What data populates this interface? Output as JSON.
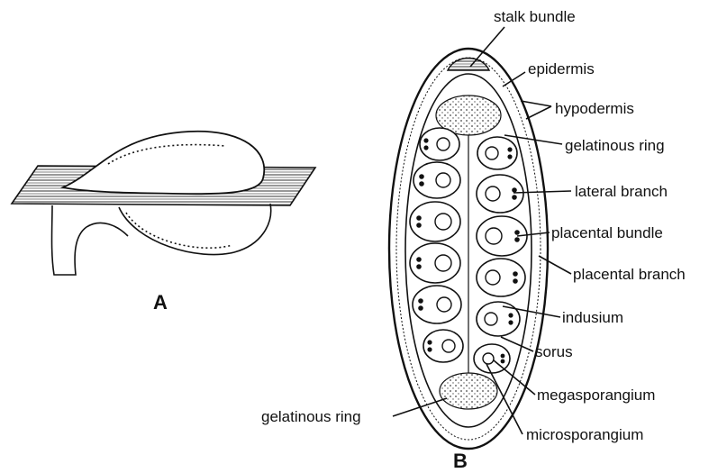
{
  "panels": {
    "a": "A",
    "b": "B"
  },
  "labels": {
    "stalk_bundle": "stalk bundle",
    "epidermis": "epidermis",
    "hypodermis": "hypodermis",
    "gelatinous_ring_top": "gelatinous ring",
    "lateral_branch": "lateral branch",
    "placental_bundle": "placental bundle",
    "placental_branch": "placental branch",
    "indusium": "indusium",
    "sorus": "sorus",
    "megasporangium": "megasporangium",
    "gelatinous_ring_bottom": "gelatinous ring",
    "microsporangium": "microsporangium"
  }
}
